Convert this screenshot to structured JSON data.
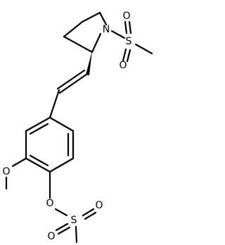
{
  "molecule": {
    "atom_labels": {
      "n1": "N",
      "s1": "S",
      "o_s1_a": "O",
      "o_s1_b": "O",
      "o_me": "O",
      "o_ester": "O",
      "s2": "S",
      "o_s2_a": "O",
      "o_s2_b": "O"
    }
  }
}
